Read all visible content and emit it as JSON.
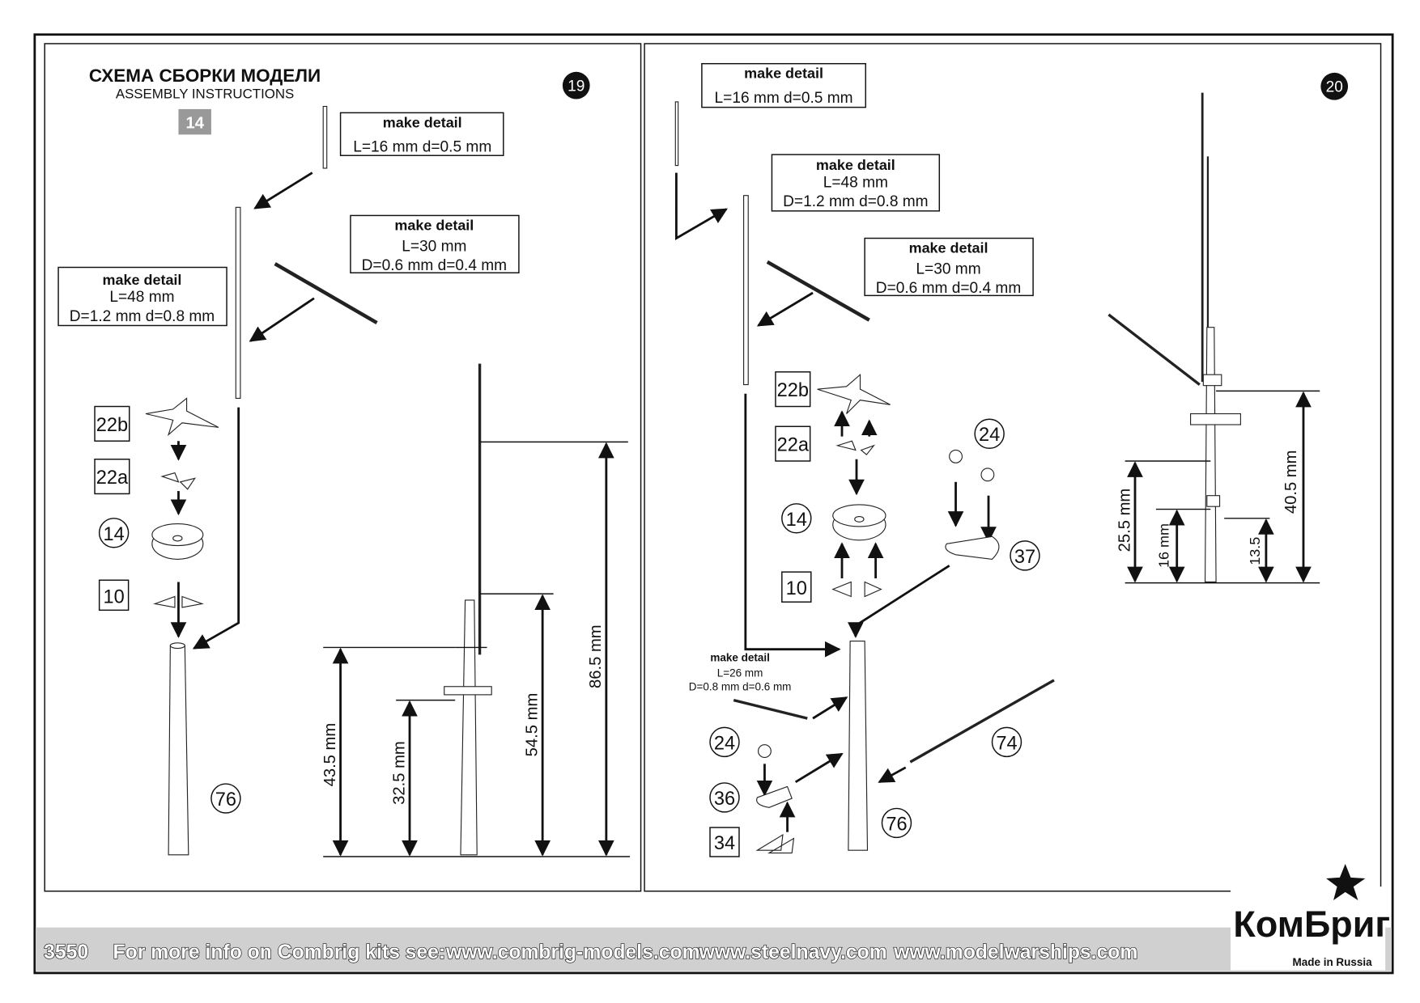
{
  "header": {
    "title": "СХЕМА СБОРКИ МОДЕЛИ",
    "subtitle": "ASSEMBLY INSTRUCTIONS",
    "page_badge": "14"
  },
  "left_panel": {
    "step": "19",
    "notes": [
      {
        "title": "make detail",
        "line1": "L=16 mm  d=0.5 mm",
        "line2": ""
      },
      {
        "title": "make detail",
        "line1": "L=30 mm",
        "line2": "D=0.6 mm  d=0.4 mm"
      },
      {
        "title": "make detail",
        "line1": "L=48 mm",
        "line2": "D=1.2 mm  d=0.8 mm"
      }
    ],
    "parts": [
      "22b",
      "22a",
      "14",
      "10",
      "76"
    ],
    "dimensions": [
      "43.5 mm",
      "32.5 mm",
      "54.5 mm",
      "86.5 mm"
    ]
  },
  "right_panel": {
    "step": "20",
    "notes": [
      {
        "title": "make detail",
        "line1": "L=16 mm  d=0.5 mm",
        "line2": ""
      },
      {
        "title": "make detail",
        "line1": "L=48 mm",
        "line2": "D=1.2 mm  d=0.8 mm"
      },
      {
        "title": "make detail",
        "line1": "L=30 mm",
        "line2": "D=0.6 mm  d=0.4 mm"
      },
      {
        "title": "make detail",
        "line1": "L=26 mm",
        "line2": "D=0.8 mm  d=0.6 mm"
      }
    ],
    "parts": [
      "22b",
      "22a",
      "14",
      "10",
      "24",
      "37",
      "24",
      "36",
      "34",
      "76",
      "74"
    ],
    "dimensions": [
      "25.5 mm",
      "16 mm",
      "13.5",
      "40.5 mm"
    ]
  },
  "footer": {
    "kit_number": "3550",
    "info": "For more info on Combrig kits see:",
    "links": [
      "www.combrig-models.com",
      "www.steelnavy.com",
      "www.modelwarships.com"
    ],
    "logo_text": "КомБриг",
    "made_in": "Made in Russia"
  }
}
